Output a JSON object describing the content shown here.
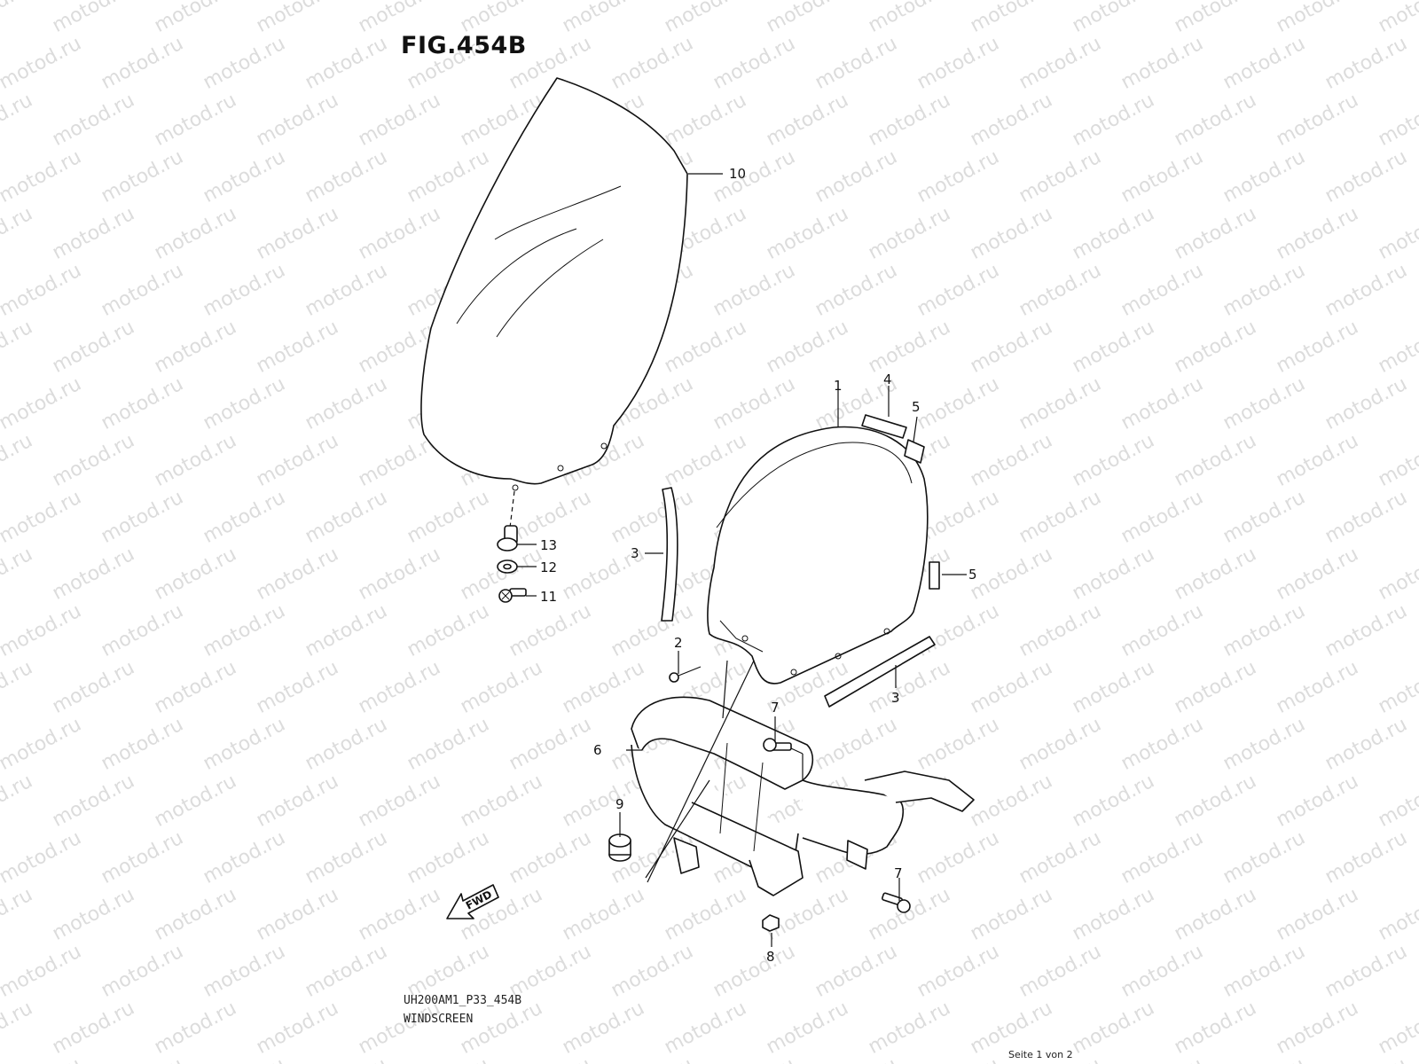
{
  "watermark_text": "motod.ru",
  "figure_title": "FIG.454B",
  "drawing_code": "UH200AM1_P33_454B",
  "caption": "WINDSCREEN",
  "page_indicator": "Seite 1 von 2",
  "fwd_label": "FWD",
  "callouts": {
    "c1": "1",
    "c2": "2",
    "c3a": "3",
    "c3b": "3",
    "c4": "4",
    "c5a": "5",
    "c5b": "5",
    "c6": "6",
    "c7a": "7",
    "c7b": "7",
    "c8": "8",
    "c9": "9",
    "c10": "10",
    "c11": "11",
    "c12": "12",
    "c13": "13"
  }
}
